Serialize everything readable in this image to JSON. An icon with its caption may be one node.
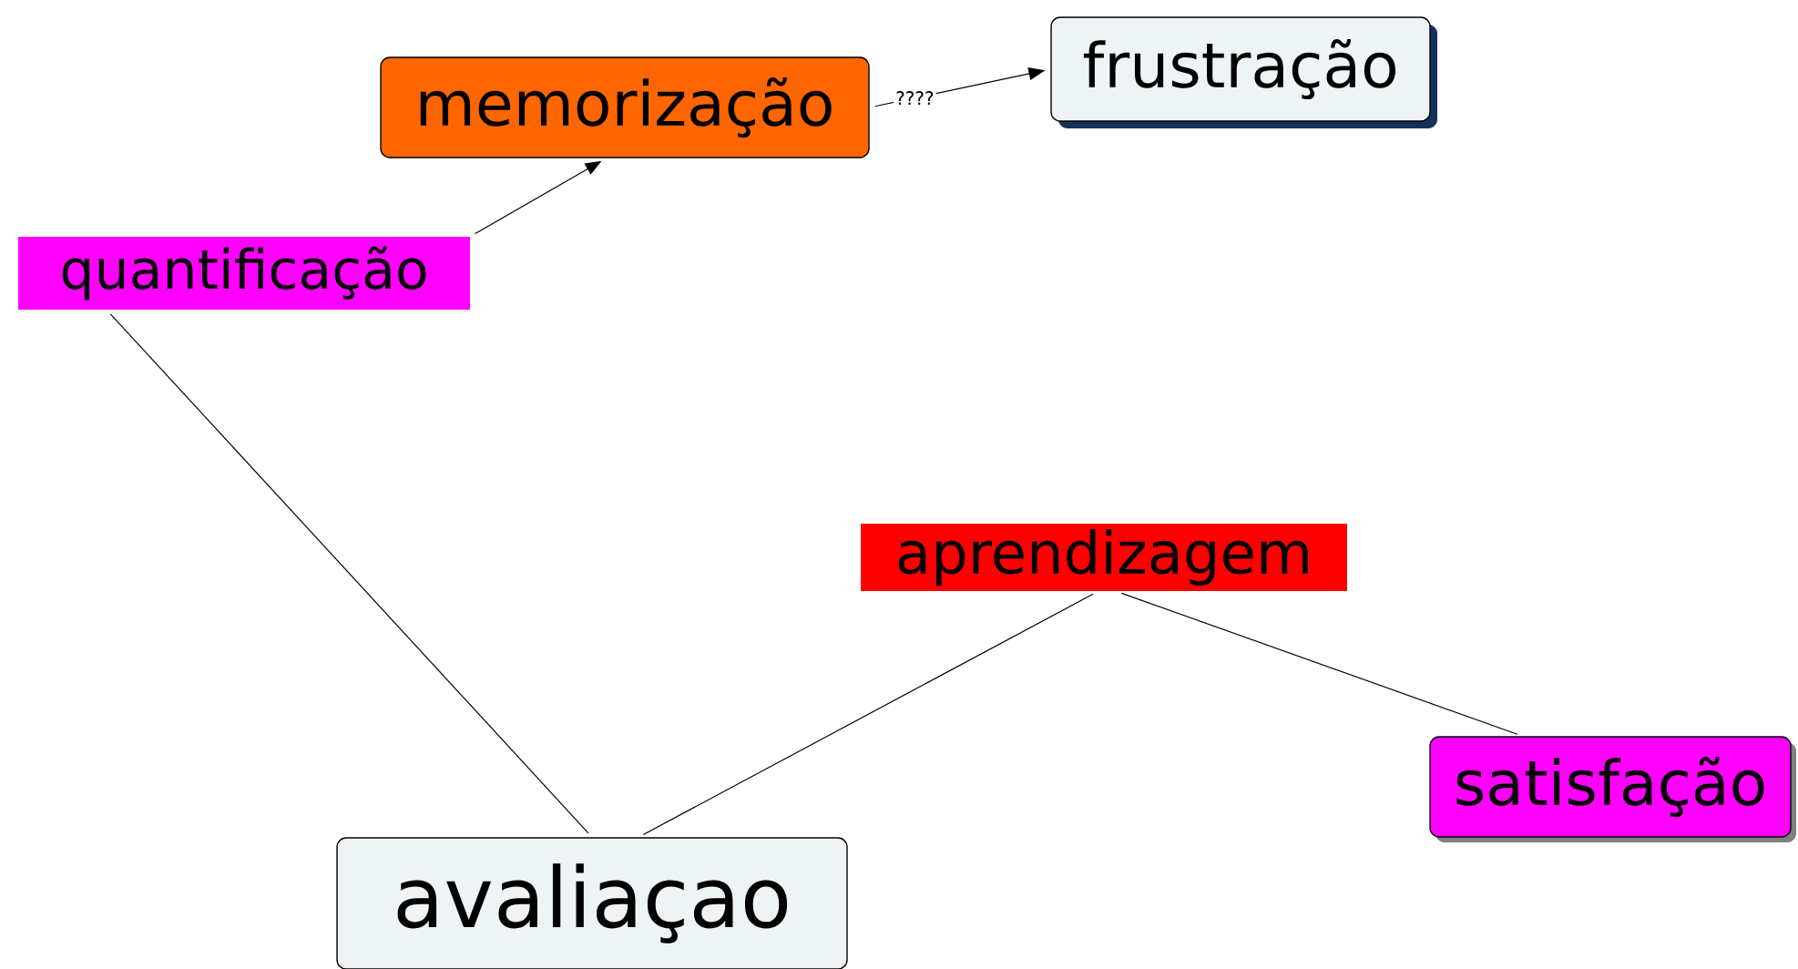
{
  "diagram": {
    "nodes": [
      {
        "text": [
          "memorização"
        ]
      },
      {
        "text": [
          "frustração"
        ]
      },
      {
        "text": [
          "quantificação"
        ]
      },
      {
        "text": [
          "aprendizagem"
        ]
      },
      {
        "text": [
          "satisfação"
        ]
      },
      {
        "text": [
          "avaliaçao"
        ]
      }
    ],
    "edges": [
      {
        "from": 2,
        "to": 0,
        "arrow": "to"
      },
      {
        "from": 0,
        "to": 1,
        "arrow": "to",
        "label": "????"
      },
      {
        "from": 5,
        "to": 2,
        "arrow": "none"
      },
      {
        "from": 5,
        "to": 3,
        "arrow": "none"
      },
      {
        "from": 3,
        "to": 4,
        "arrow": "none"
      }
    ]
  }
}
